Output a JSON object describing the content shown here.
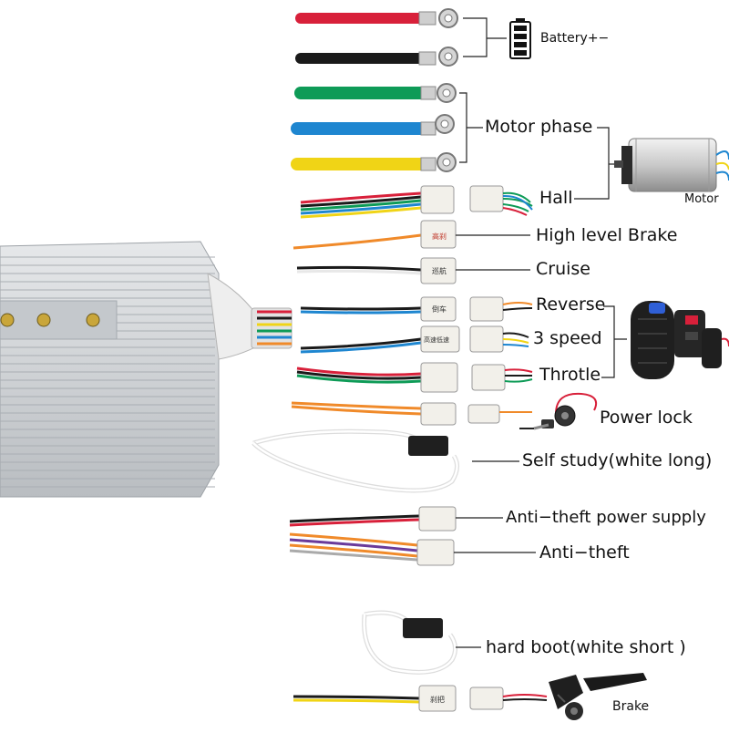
{
  "labels": {
    "battery": "Battery+−",
    "motor_phase": "Motor phase",
    "motor": "Motor",
    "hall": "Hall",
    "high_level_brake": "High level Brake",
    "cruise": "Cruise",
    "reverse": "Reverse",
    "three_speed": "3 speed",
    "throttle": "Throtle",
    "power_lock": "Power lock",
    "self_study": "Self study(white long)",
    "anti_theft_power": "Anti−theft power supply",
    "anti_theft": "Anti−theft",
    "hard_boot": "hard boot(white short )",
    "brake": "Brake"
  },
  "connector_tags": {
    "high_brake": "高刹",
    "cruise": "巡航",
    "reverse": "倒车",
    "three_speed": "高速低速",
    "brake": "刹把"
  },
  "colors": {
    "wire_red": "#d8203a",
    "wire_black": "#1a1a1a",
    "wire_green": "#0e9b57",
    "wire_blue": "#1e86d0",
    "wire_yellow": "#f0d416",
    "wire_orange": "#f08a2a",
    "wire_purple": "#6a3a9a",
    "wire_white": "#e8e8e8",
    "controller_body": "#d6d9dc",
    "connector": "#f2f0ea",
    "lead_line": "#222222"
  },
  "icons": [
    "battery-icon",
    "motor-image",
    "throttle-grip-image",
    "key-lock-image",
    "brake-lever-image"
  ]
}
